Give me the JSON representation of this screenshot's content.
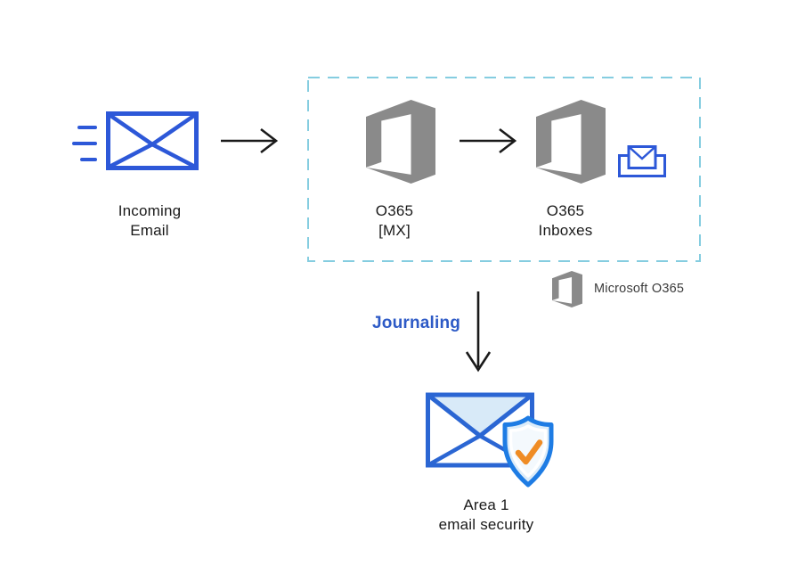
{
  "nodes": {
    "incoming_email": {
      "line1": "Incoming",
      "line2": "Email"
    },
    "o365_mx": {
      "line1": "O365",
      "line2": "[MX]"
    },
    "o365_inboxes": {
      "line1": "O365",
      "line2": "Inboxes"
    },
    "area1": {
      "line1": "Area 1",
      "line2": "email security"
    }
  },
  "legend": {
    "label": "Microsoft O365"
  },
  "flow": {
    "journaling_label": "Journaling"
  },
  "icons": {
    "incoming_envelope": "envelope-icon",
    "o365_logo_mx": "office365-logo-icon",
    "o365_logo_inboxes": "office365-logo-icon",
    "o365_logo_legend": "office365-logo-icon",
    "inbox": "inbox-envelope-icon",
    "area1": "envelope-shield-check-icon"
  },
  "colors": {
    "envelope_blue": "#2d58d8",
    "o365_gray": "#8a8a8a",
    "dashed_border": "#85cde0",
    "journaling_blue": "#2d5ac6",
    "area1_blue": "#1e7ce4",
    "area1_envelope_blue": "#2b66d3",
    "area1_fill": "#d8eaf8",
    "shield_fill": "#dcecf9",
    "shield_inner_fill": "#f4f9fd",
    "check_orange": "#ef8c25",
    "arrow_black": "#1a1a1a",
    "text_black": "#1a1a1a",
    "legend_text": "#3b3b3b"
  }
}
